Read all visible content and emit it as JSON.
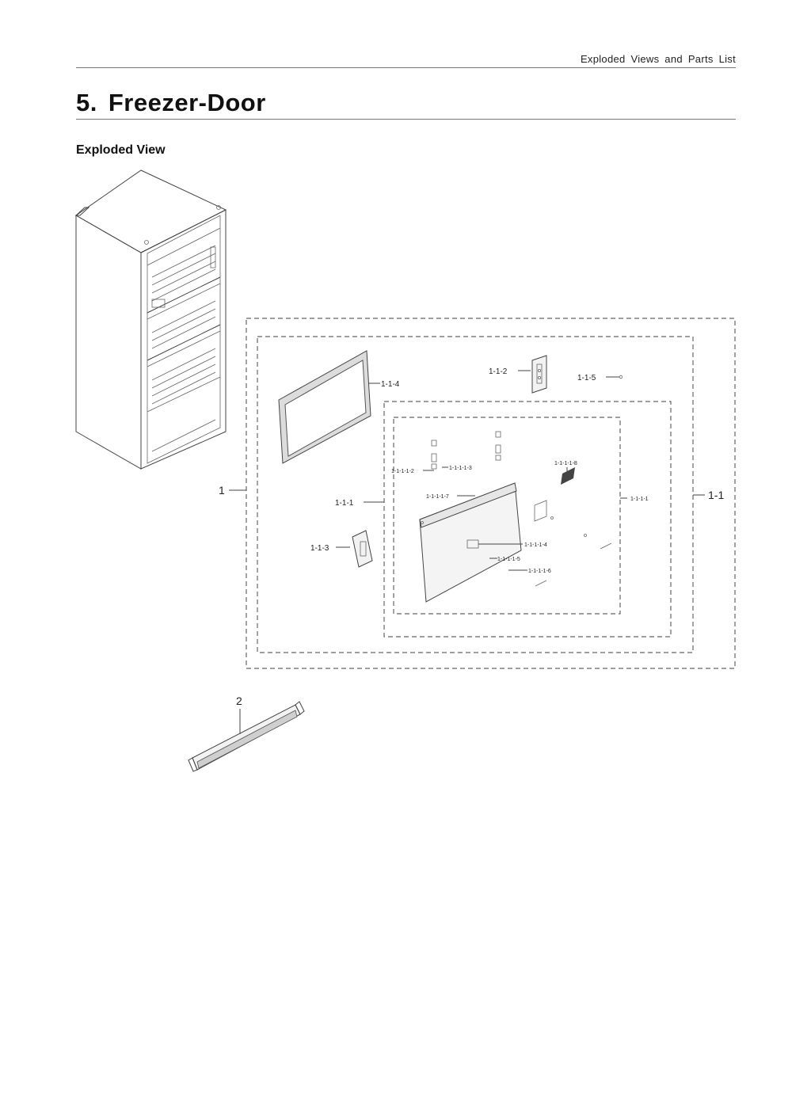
{
  "header": {
    "running_title": "Exploded Views and Parts List"
  },
  "section": {
    "number": "5.",
    "title": "Freezer-Door"
  },
  "subheading": "Exploded View",
  "callouts": {
    "c1": "1",
    "c1_1": "1-1",
    "c1_1_1": "1-1-1",
    "c1_1_2": "1-1-2",
    "c1_1_3": "1-1-3",
    "c1_1_4": "1-1-4",
    "c1_1_5": "1-1-5",
    "c1_1_1_1": "1-1-1-1",
    "c1_1_1_1_2": "1-1-1-1-2",
    "c1_1_1_1_3": "1-1-1-1-3",
    "c1_1_1_1_4": "1-1-1-1-4",
    "c1_1_1_1_5": "1-1-1-1-5",
    "c1_1_1_1_6": "1-1-1-1-6",
    "c1_1_1_1_7": "1-1-1-1-7",
    "c1_1_1_1_8": "1-1-1-1-8",
    "c2": "2"
  }
}
